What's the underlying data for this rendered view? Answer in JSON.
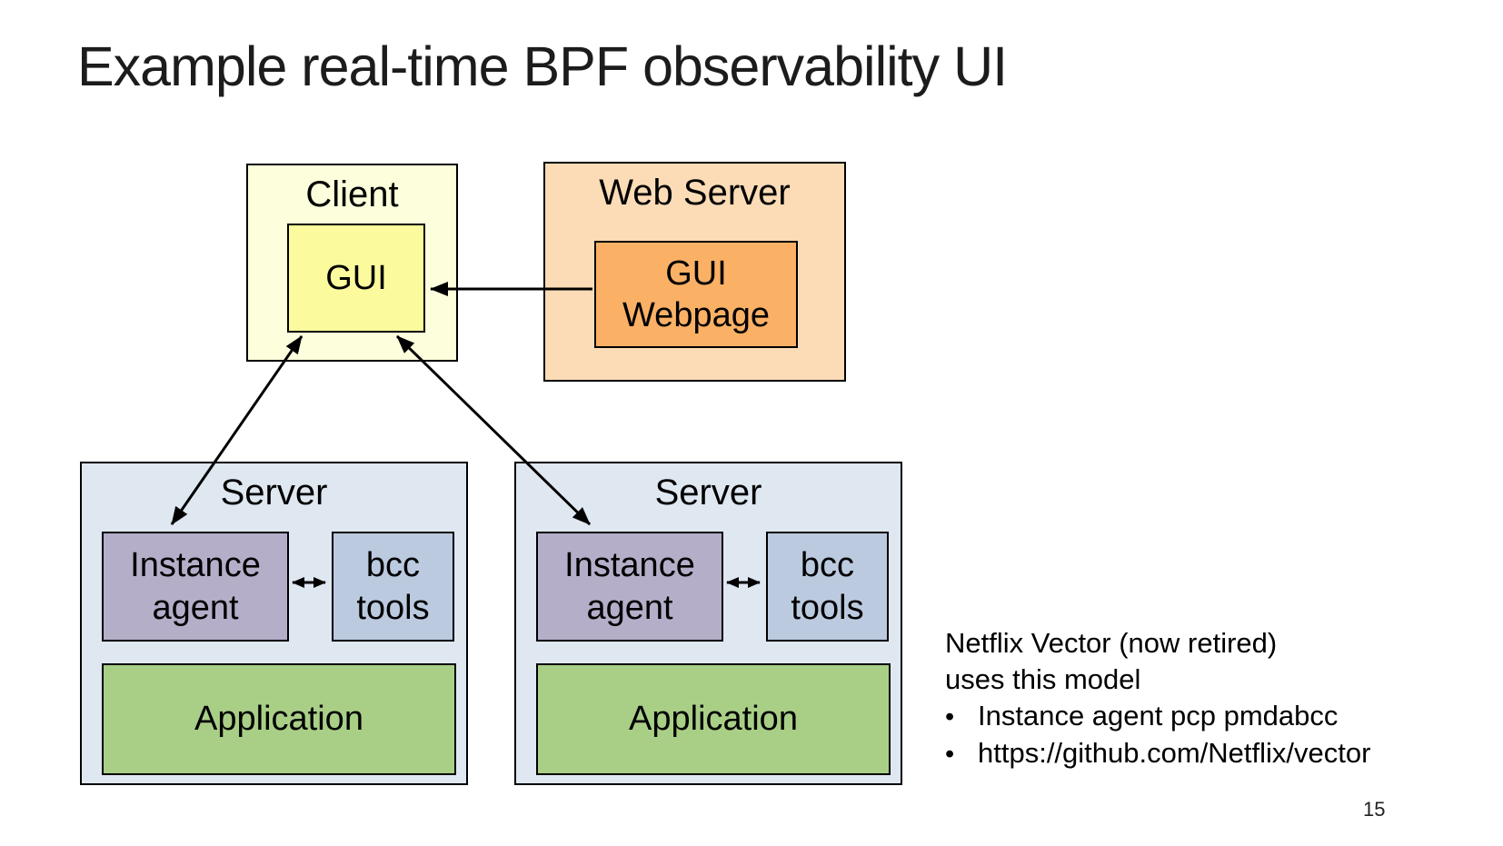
{
  "slide": {
    "title": "Example real-time BPF observability UI",
    "page_number": "15"
  },
  "client": {
    "label": "Client",
    "gui_label": "GUI"
  },
  "web_server": {
    "label": "Web Server",
    "webpage_line1": "GUI",
    "webpage_line2": "Webpage"
  },
  "servers": [
    {
      "title": "Server",
      "agent_line1": "Instance",
      "agent_line2": "agent",
      "bcc_line1": "bcc",
      "bcc_line2": "tools",
      "application": "Application"
    },
    {
      "title": "Server",
      "agent_line1": "Instance",
      "agent_line2": "agent",
      "bcc_line1": "bcc",
      "bcc_line2": "tools",
      "application": "Application"
    }
  ],
  "notes": {
    "line1": "Netflix Vector (now retired)",
    "line2": "uses this model",
    "bullet_glyph": "•",
    "bullets": [
      "Instance agent pcp pmdabcc",
      "https://github.com/Netflix/vector"
    ]
  },
  "arrows": {
    "webpage_to_gui": "arrow from GUI Webpage to GUI",
    "gui_server1": "double arrow GUI to server 1 instance agent",
    "gui_server2": "double arrow GUI to server 2 instance agent",
    "agent_bcc_1": "double arrow instance agent to bcc tools (server 1)",
    "agent_bcc_2": "double arrow instance agent to bcc tools (server 2)"
  },
  "colors": {
    "client-bg": "#FDFEDC",
    "gui-bg": "#FBFB9D",
    "webserver-bg": "#FBDCB6",
    "webpage-bg": "#FAB166",
    "server-bg": "#DFE7F1",
    "agent-bg": "#B5AEC9",
    "bcc-bg": "#BBCADF",
    "app-bg": "#A9CF87",
    "line": "#000000",
    "text": "#000000"
  }
}
